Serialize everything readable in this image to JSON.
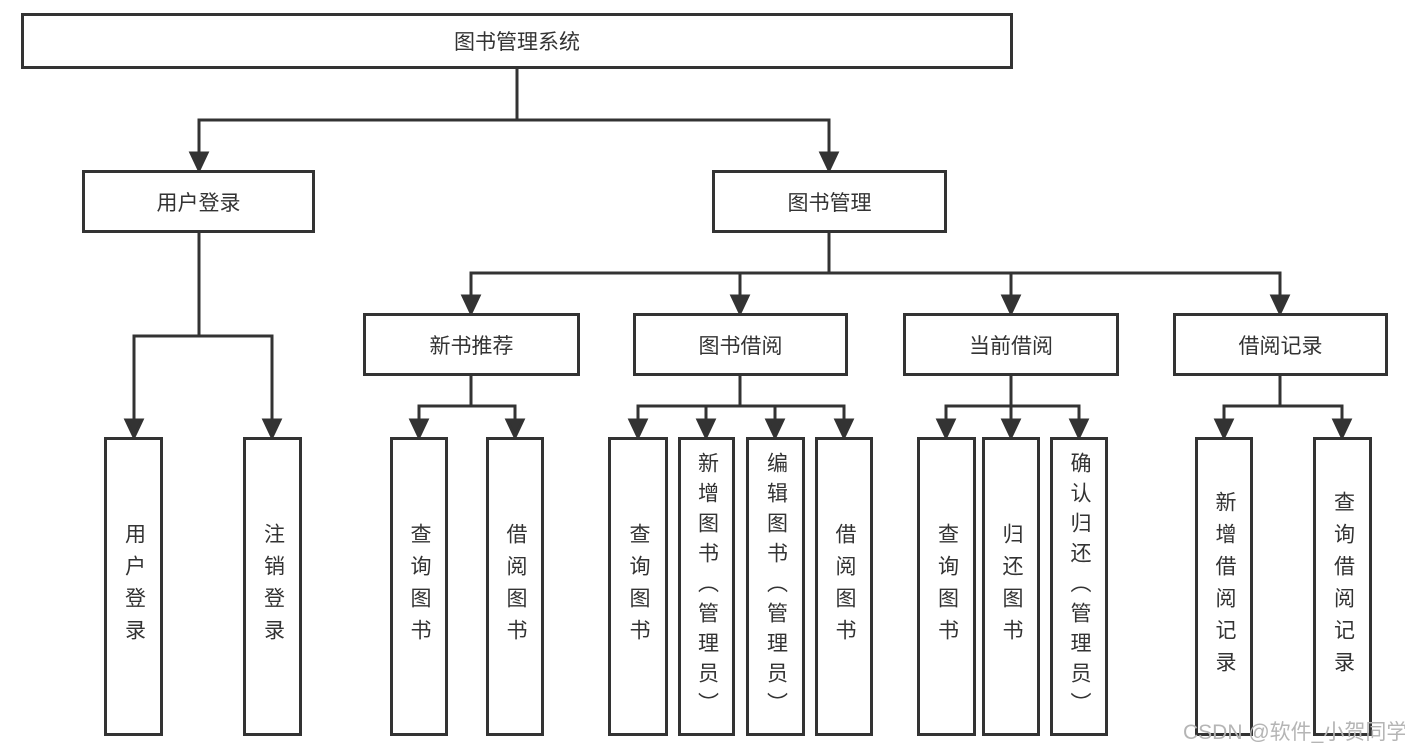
{
  "colors": {
    "line": "#333333",
    "text": "#333333",
    "box_background": "#ffffff",
    "watermark_color": "#b5b5b5"
  },
  "root": {
    "label": "图书管理系统"
  },
  "level2": {
    "user_login": {
      "label": "用户登录"
    },
    "book_management": {
      "label": "图书管理"
    }
  },
  "level3": {
    "new_book_recommend": {
      "label": "新书推荐"
    },
    "book_borrowing": {
      "label": "图书借阅"
    },
    "current_borrowing": {
      "label": "当前借阅"
    },
    "borrowing_records": {
      "label": "借阅记录"
    }
  },
  "level4": {
    "user_login_leaf": {
      "label": "用户登录"
    },
    "logout": {
      "label": "注销登录"
    },
    "search_books_recommend": {
      "label": "查询图书"
    },
    "borrow_books_recommend": {
      "label": "借阅图书"
    },
    "search_books_borrowing": {
      "label": "查询图书"
    },
    "add_books_admin": {
      "label": "新增图书（管理员）"
    },
    "edit_books_admin": {
      "label": "编辑图书（管理员）"
    },
    "borrow_books_borrowing": {
      "label": "借阅图书"
    },
    "search_books_current": {
      "label": "查询图书"
    },
    "return_books": {
      "label": "归还图书"
    },
    "confirm_return_admin": {
      "label": "确认归还（管理员）"
    },
    "add_borrowing_record": {
      "label": "新增借阅记录"
    },
    "search_borrowing_record": {
      "label": "查询借阅记录"
    }
  },
  "watermark": {
    "text": "CSDN @软件_小贺同学"
  }
}
